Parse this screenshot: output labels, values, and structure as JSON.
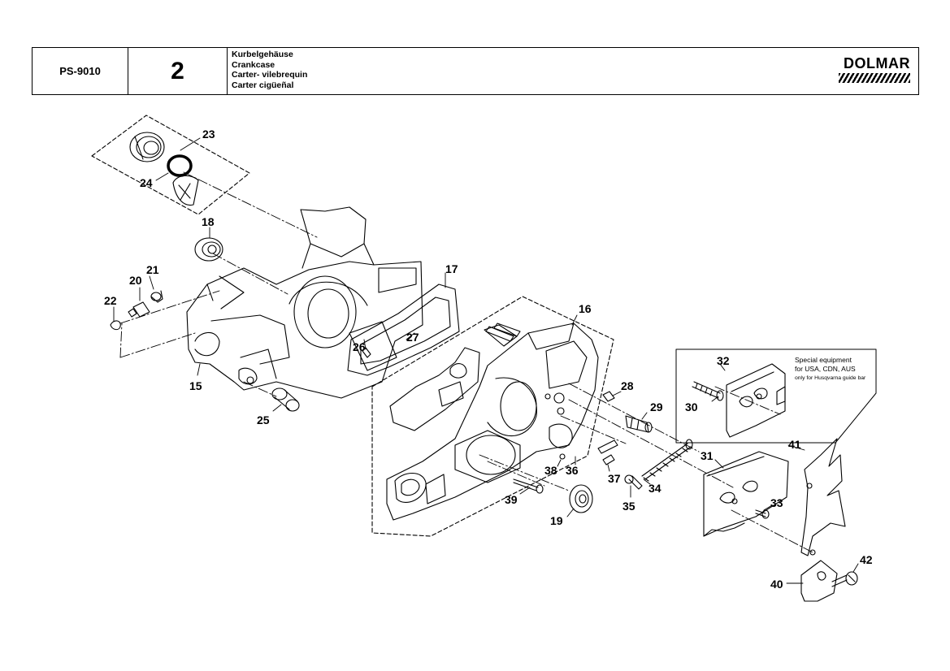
{
  "header": {
    "model": "PS-9010",
    "group": "2",
    "titles": [
      "Kurbelgehäuse",
      "Crankcase",
      "Carter- vilebrequin",
      "Carter cigüeñal"
    ],
    "brand": "DOLMAR"
  },
  "parts": {
    "p15": "15",
    "p16": "16",
    "p17": "17",
    "p18": "18",
    "p19": "19",
    "p20": "20",
    "p21": "21",
    "p22": "22",
    "p23": "23",
    "p24": "24",
    "p25": "25",
    "p26": "26",
    "p27": "27",
    "p28": "28",
    "p29": "29",
    "p30": "30",
    "p31": "31",
    "p32": "32",
    "p33": "33",
    "p34": "34",
    "p35": "35",
    "p36": "36",
    "p37": "37",
    "p38": "38",
    "p39": "39",
    "p40": "40",
    "p41": "41",
    "p42": "42"
  },
  "note": {
    "line1": "Special equipment",
    "line2": "for USA, CDN, AUS",
    "line3": "only for Husqvarna guide bar"
  }
}
